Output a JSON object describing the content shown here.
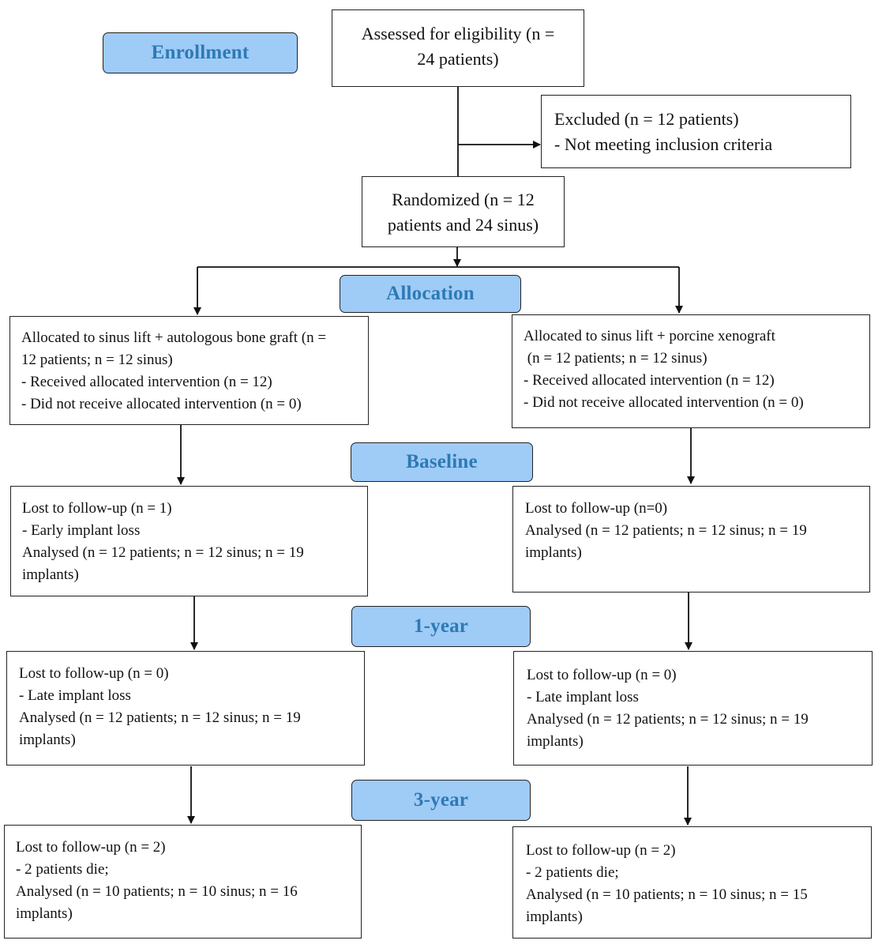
{
  "stages": {
    "enrollment": "Enrollment",
    "allocation": "Allocation",
    "baseline": "Baseline",
    "year1": "1-year",
    "year3": "3-year"
  },
  "assessed": {
    "line1": "Assessed for eligibility (n =",
    "line2": "24 patients)"
  },
  "excluded": {
    "line1": "Excluded (n = 12 patients)",
    "line2": "- Not meeting inclusion criteria"
  },
  "randomized": {
    "line1": "Randomized (n = 12",
    "line2": "patients and 24 sinus)"
  },
  "left": {
    "allocation": {
      "lines": [
        "Allocated to sinus lift + autologous bone graft (n =",
        "12 patients; n = 12 sinus)",
        "- Received allocated intervention (n = 12)",
        "- Did not receive allocated intervention (n = 0)"
      ]
    },
    "baseline": {
      "lines": [
        "Lost to follow-up (n = 1)",
        "- Early implant loss",
        "Analysed (n = 12 patients; n = 12 sinus; n = 19",
        "implants)"
      ]
    },
    "year1": {
      "lines": [
        "Lost to follow-up (n = 0)",
        "- Late implant loss",
        "Analysed (n = 12 patients; n = 12 sinus; n = 19",
        "implants)"
      ]
    },
    "year3": {
      "lines": [
        "Lost to follow-up (n = 2)",
        "- 2 patients die;",
        "Analysed (n = 10 patients; n = 10 sinus; n = 16",
        "implants)"
      ]
    }
  },
  "right": {
    "allocation": {
      "lines": [
        "Allocated to sinus lift + porcine xenograft",
        " (n = 12 patients; n = 12 sinus)",
        "- Received allocated intervention (n = 12)",
        "- Did not receive allocated intervention (n = 0)"
      ]
    },
    "baseline": {
      "lines": [
        "Lost to follow-up (n=0)",
        "Analysed (n = 12 patients; n = 12 sinus; n = 19",
        "implants)"
      ]
    },
    "year1": {
      "lines": [
        "Lost to follow-up (n = 0)",
        "- Late implant loss",
        "Analysed (n = 12 patients; n = 12 sinus; n = 19",
        "implants)"
      ]
    },
    "year3": {
      "lines": [
        "Lost to follow-up (n = 2)",
        "- 2 patients die;",
        "Analysed (n = 10 patients; n = 10 sinus; n = 15",
        "implants)"
      ]
    }
  },
  "colors": {
    "stage_fill": "#9fcbf7",
    "stage_text": "#2d7ab3",
    "line": "#222222"
  }
}
